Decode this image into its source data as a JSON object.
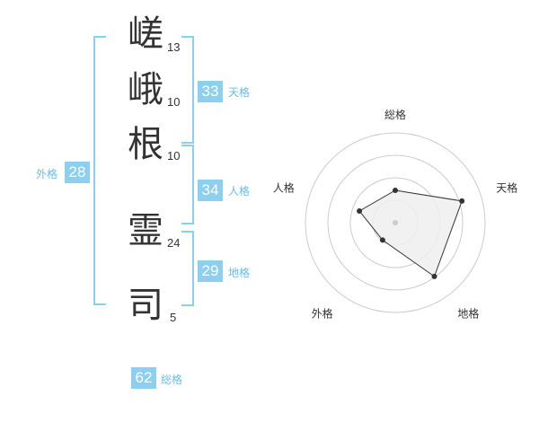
{
  "name": {
    "chars": [
      {
        "char": "嵯",
        "strokes": "13"
      },
      {
        "char": "峨",
        "strokes": "10"
      },
      {
        "char": "根",
        "strokes": "10"
      },
      {
        "char": "霊",
        "strokes": "24"
      },
      {
        "char": "司",
        "strokes": "5"
      }
    ]
  },
  "fortune": {
    "tenkaku": {
      "value": "33",
      "label": "天格"
    },
    "jinkaku": {
      "value": "34",
      "label": "人格"
    },
    "chikaku": {
      "value": "29",
      "label": "地格"
    },
    "gaikaku": {
      "value": "28",
      "label": "外格"
    },
    "soukaku": {
      "value": "62",
      "label": "総格"
    }
  },
  "chart_data": {
    "type": "radar",
    "axes": [
      "総格",
      "天格",
      "地格",
      "外格",
      "人格"
    ],
    "values": [
      0.36,
      0.78,
      0.74,
      0.24,
      0.42
    ],
    "rings": 4,
    "colors": {
      "line": "#333333",
      "fill": "#efefef",
      "ring": "#cccccc",
      "point": "#333333",
      "center": "#cccccc"
    }
  },
  "colors": {
    "accent": "#8ccfee",
    "accent_text": "#69bde6"
  }
}
